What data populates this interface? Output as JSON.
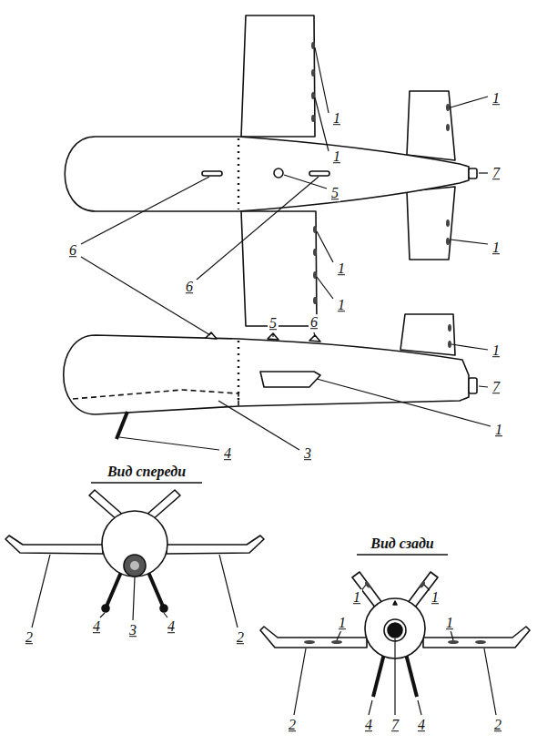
{
  "diagram": {
    "labels": [
      "1",
      "1",
      "5",
      "1",
      "7",
      "6",
      "6",
      "1",
      "1",
      "1",
      "5",
      "6",
      "1",
      "7",
      "1",
      "4",
      "3",
      "Вид спереди",
      "2",
      "4",
      "3",
      "4",
      "2",
      "Вид сзади",
      "1",
      "1",
      "1",
      "1",
      "2",
      "4",
      "7",
      "4",
      "2"
    ]
  }
}
